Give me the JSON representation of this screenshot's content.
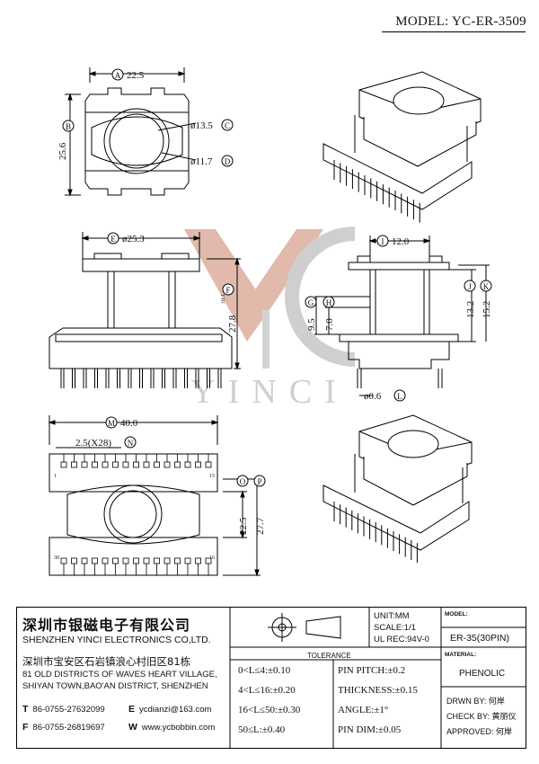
{
  "model_title": "MODEL: YC-ER-3509",
  "watermark": "YINCI",
  "dims": {
    "A": "22.5",
    "B": "25.6",
    "C": "ø13.5",
    "D": "ø11.7",
    "E": "ø25.3",
    "F": "27.8",
    "F_tol": "±0.1",
    "G": "9.5",
    "H": "7.0",
    "I": "12.0",
    "J": "13.2",
    "K": "15.2",
    "L": "ø0.6",
    "M": "40.0",
    "N": "2.5(X28)",
    "O": "22.5",
    "P": "27.7"
  },
  "circled": [
    "A",
    "B",
    "C",
    "D",
    "E",
    "F",
    "G",
    "H",
    "I",
    "J",
    "K",
    "L",
    "M",
    "N",
    "O",
    "P"
  ],
  "pin_labels": {
    "pin1": "1",
    "pin30": "30",
    "pin15": "15",
    "pin16": "16"
  },
  "title_block": {
    "company_cn": "深圳市银磁电子有限公司",
    "company_en": "SHENZHEN YINCI ELECTRONICS CO,LTD.",
    "address_cn": "深圳市宝安区石岩镇浪心村旧区81栋",
    "address_en": [
      "81 OLD DISTRICTS OF WAVES HEART VILLAGE,",
      "SHIYAN TOWN,BAO'AN DISTRICT, SHENZHEN"
    ],
    "tel_label": "T",
    "tel": "86-0755-27632099",
    "email_label": "E",
    "email": "ycdianzi@163.com",
    "fax_label": "F",
    "fax": "86-0755-26819697",
    "web_label": "W",
    "web": "www.ycbobbin.com",
    "unit": "UNIT:MM",
    "scale": "SCALE:1/1",
    "ul": "UL REC:94V-0",
    "model_label": "MODEL:",
    "model_value": "ER-35(30PIN)",
    "material_label": "MATERIAL:",
    "material_value": "PHENOLIC",
    "tolerance_label": "TOLERANCE",
    "tolerances": [
      "0<L≤4:±0.10",
      "4<L≤16:±0.20",
      "16<L≤50:±0.30",
      "50≤L:±0.40"
    ],
    "tolerances_right": [
      "PIN PITCH:±0.2",
      "THICKNESS:±0.15",
      "ANGLE:±1°",
      "PIN DIM:±0.05"
    ],
    "drawn_by": "DRWN BY: 何岸",
    "check_by": "CHECK BY: 黄丽仪",
    "approved": "APPROVED: 何岸"
  }
}
